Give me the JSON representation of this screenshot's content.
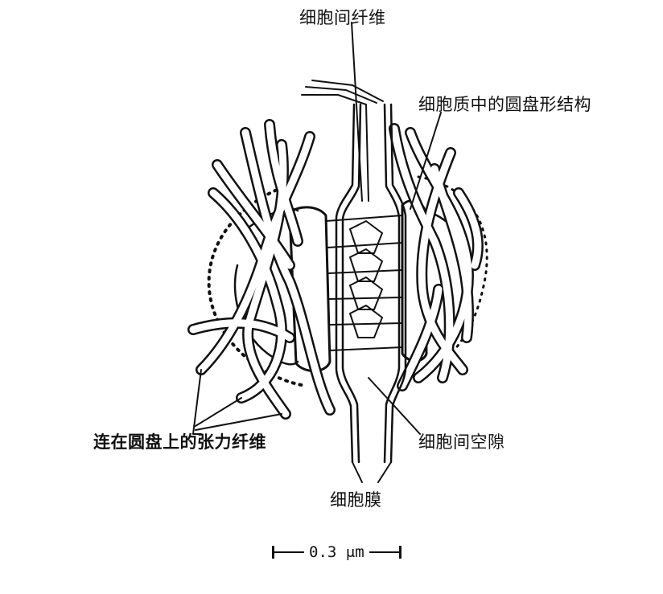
{
  "labels": {
    "intercellular_fiber": "细胞间纤维",
    "disc_structure": "细胞质中的圆盘形结构",
    "tension_fibers": "连在圆盘上的张力纤维",
    "intercellular_space": "细胞间空隙",
    "cell_membrane": "细胞膜"
  },
  "scale_bar": {
    "text": "0.3 μm"
  }
}
